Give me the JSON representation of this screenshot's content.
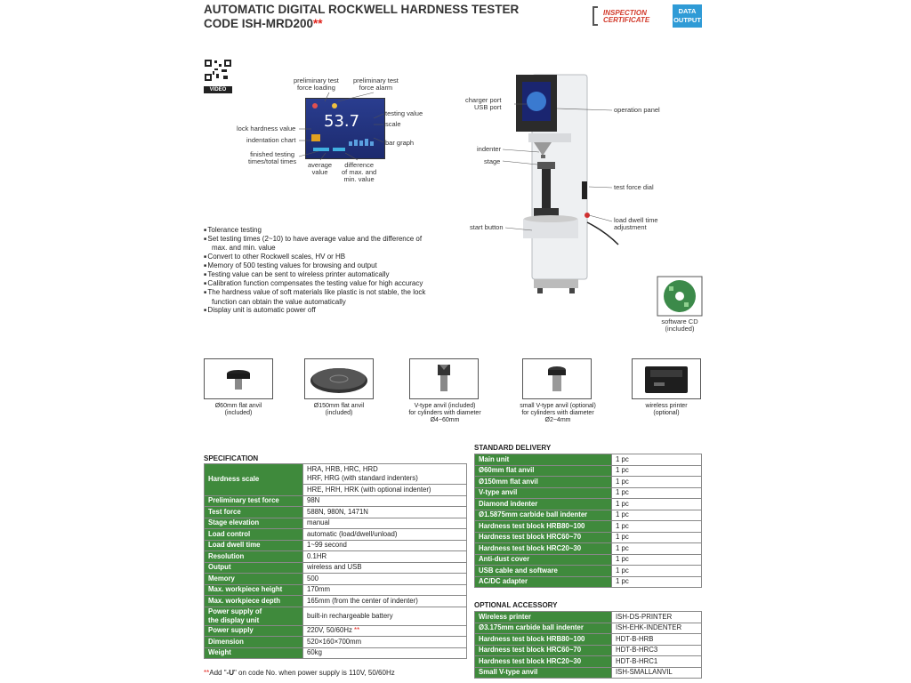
{
  "header": {
    "title_line1": "AUTOMATIC DIGITAL ROCKWELL HARDNESS TESTER",
    "title_line2": "CODE ISH-MRD200",
    "title_mark": "**",
    "badge_inspection_1": "INSPECTION",
    "badge_inspection_2": "CERTIFICATE",
    "badge_data_1": "DATA",
    "badge_data_2": "OUTPUT"
  },
  "qr": {
    "label": "VIDEO"
  },
  "display": {
    "reading": "53.7",
    "labels": {
      "prelim_loading": "preliminary test\nforce loading",
      "prelim_alarm": "preliminary test\nforce alarm",
      "testing_value": "testing value",
      "scale": "scale",
      "lock_hardness": "lock hardness value",
      "indentation_chart": "indentation chart",
      "bar_graph": "bar graph",
      "finished_times": "finished testing\ntimes/total times",
      "average": "average\nvalue",
      "difference": "difference\nof max. and\nmin. value"
    }
  },
  "machine_labels": {
    "charger": "charger port\nUSB port",
    "operation_panel": "operation panel",
    "indenter": "indenter",
    "stage": "stage",
    "test_force_dial": "test force dial",
    "load_dwell": "load dwell time\nadjustment",
    "start_button": "start button",
    "software_cd": "software CD\n(included)"
  },
  "features": [
    "Tolerance testing",
    "Set testing times (2~10) to have average value and the difference of max. and min. value",
    "Convert to other Rockwell scales, HV or HB",
    "Memory of 500 testing values for browsing and output",
    "Testing value can be sent to wireless printer automatically",
    "Calibration function compensates the testing value for high accuracy",
    "The hardness value of soft materials like plastic is not stable, the lock function can obtain the value automatically",
    "Display unit is automatic power off"
  ],
  "accessories": [
    {
      "caption": "Ø60mm flat anvil\n(included)"
    },
    {
      "caption": "Ø150mm flat anvil\n(included)"
    },
    {
      "caption": "V-type anvil (included)\nfor cylinders with diameter\nØ4~60mm"
    },
    {
      "caption": "small V-type anvil (optional)\nfor cylinders with diameter\nØ2~4mm"
    },
    {
      "caption": "wireless printer\n(optional)"
    }
  ],
  "specification": {
    "heading": "SPECIFICATION",
    "rows": [
      {
        "k": "Hardness scale",
        "v": "HRA, HRB, HRC, HRD\nHRF, HRG (with standard indenters)"
      },
      {
        "k": "",
        "v": "HRE, HRH, HRK (with optional indenter)"
      },
      {
        "k": "Preliminary test force",
        "v": "98N"
      },
      {
        "k": "Test force",
        "v": "588N, 980N, 1471N"
      },
      {
        "k": "Stage elevation",
        "v": "manual"
      },
      {
        "k": "Load control",
        "v": "automatic (load/dwell/unload)"
      },
      {
        "k": "Load dwell time",
        "v": "1~99 second"
      },
      {
        "k": "Resolution",
        "v": "0.1HR"
      },
      {
        "k": "Output",
        "v": "wireless and USB"
      },
      {
        "k": "Memory",
        "v": "500"
      },
      {
        "k": "Max. workpiece height",
        "v": "170mm"
      },
      {
        "k": "Max. workpiece depth",
        "v": "165mm (from the center of indenter)"
      },
      {
        "k": "Power supply of\nthe display unit",
        "v": "built-in rechargeable battery"
      },
      {
        "k": "Power supply",
        "v": "220V, 50/60Hz",
        "mark": "**"
      },
      {
        "k": "Dimension",
        "v": "520×160×700mm"
      },
      {
        "k": "Weight",
        "v": "60kg"
      }
    ]
  },
  "standard_delivery": {
    "heading": "STANDARD DELIVERY",
    "rows": [
      {
        "k": "Main unit",
        "v": "1 pc"
      },
      {
        "k": "Ø60mm flat anvil",
        "v": "1 pc"
      },
      {
        "k": "Ø150mm flat anvil",
        "v": "1 pc"
      },
      {
        "k": "V-type anvil",
        "v": "1 pc"
      },
      {
        "k": "Diamond indenter",
        "v": "1 pc"
      },
      {
        "k": "Ø1.5875mm carbide ball indenter",
        "v": "1 pc"
      },
      {
        "k": "Hardness test block HRB80~100",
        "v": "1 pc"
      },
      {
        "k": "Hardness test block HRC60~70",
        "v": "1 pc"
      },
      {
        "k": "Hardness test block HRC20~30",
        "v": "1 pc"
      },
      {
        "k": "Anti-dust cover",
        "v": "1 pc"
      },
      {
        "k": "USB cable and software",
        "v": "1 pc"
      },
      {
        "k": "AC/DC adapter",
        "v": "1 pc"
      }
    ]
  },
  "optional_accessory": {
    "heading": "OPTIONAL ACCESSORY",
    "rows": [
      {
        "k": "Wireless printer",
        "v": "ISH-DS-PRINTER"
      },
      {
        "k": "Ø3.175mm carbide ball indenter",
        "v": "ISH-EHK-INDENTER"
      },
      {
        "k": "Hardness test block HRB80~100",
        "v": "HDT-B-HRB"
      },
      {
        "k": "Hardness test block HRC60~70",
        "v": "HDT-B-HRC3"
      },
      {
        "k": "Hardness test block HRC20~30",
        "v": "HDT-B-HRC1"
      },
      {
        "k": "Small V-type anvil",
        "v": "ISH-SMALLANVIL"
      }
    ]
  },
  "footnote": {
    "mark": "**",
    "text_a": "Add \"",
    "code": "-U",
    "text_b": "\" on code No. when power supply is 110V, 50/60Hz"
  }
}
